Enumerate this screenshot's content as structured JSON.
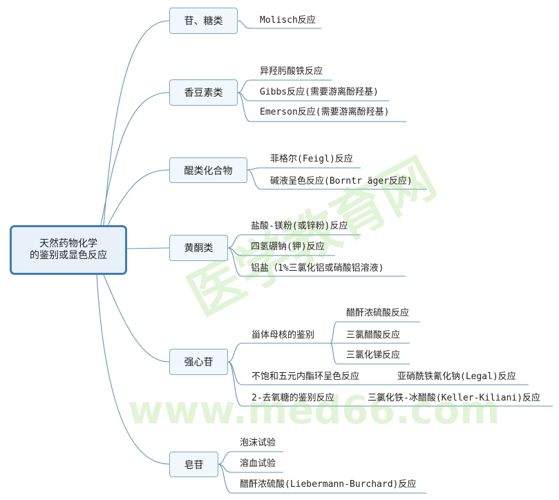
{
  "root": {
    "line1": "天然药物化学",
    "line2": "的鉴别或显色反应"
  },
  "branches": [
    {
      "label": "苷、糖类",
      "leaves": [
        "Molisch反应"
      ]
    },
    {
      "label": "香豆素类",
      "leaves": [
        "异羟肟酸铁反应",
        "Gibbs反应(需要游离酚羟基)",
        "Emerson反应(需要游离酚羟基)"
      ]
    },
    {
      "label": "醌类化合物",
      "leaves": [
        "菲格尔(Feigl)反应",
        "碱液呈色反应(Borntr äger反应)"
      ]
    },
    {
      "label": "黄酮类",
      "leaves": [
        "盐酸-镁粉(或锌粉)反应",
        "四氢硼钠(钾)反应",
        "铝盐（1%三氯化铝或硝酸铝溶液)"
      ]
    },
    {
      "label": "强心苷",
      "leaves": [
        {
          "label": "甾体母核的鉴别",
          "children": [
            "醋酐浓硫酸反应",
            "三氯醋酸反应",
            "三氯化锑反应"
          ]
        },
        {
          "label": "不饱和五元内酯环呈色反应",
          "children": [
            "亚硝酰铁氰化钠(Legal)反应"
          ]
        },
        {
          "label": "2-去氧糖的鉴别反应",
          "children": [
            "三氯化铁-冰醋酸(Keller-Kiliani)反应"
          ]
        }
      ]
    },
    {
      "label": "皂苷",
      "leaves": [
        "泡沫试验",
        "溶血试验",
        "醋酐浓硫酸(Liebermann-Burchard)反应"
      ]
    }
  ],
  "watermark": {
    "cn": "医学教育网",
    "url": "www.med66.com"
  },
  "colors": {
    "line": "#5f93b6",
    "node_border": "#7ea4c2",
    "root_border": "#3d7db3"
  }
}
